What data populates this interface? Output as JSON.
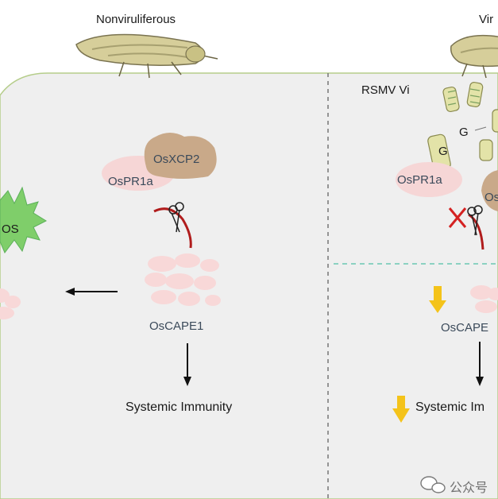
{
  "left_panel": {
    "title": "Nonviruliferous",
    "proteins": {
      "xcp2": "OsXCP2",
      "pr1a": "OsPR1a",
      "cape1": "OsCAPE1"
    },
    "ros_label": "OS",
    "output": "Systemic Immunity"
  },
  "right_panel": {
    "title": "Vir",
    "virus_label": "RSMV Vi",
    "g_labels": [
      "G",
      "G"
    ],
    "proteins": {
      "pr1a": "OsPR1a",
      "xcp2_partial": "Os",
      "cape1_partial": "OsCAPE"
    },
    "output_partial": "Systemic Im"
  },
  "watermark": {
    "text": "公众号"
  },
  "colors": {
    "cell_fill": "#efefef",
    "cell_border": "#b5cd8a",
    "xcp2": "#c9a989",
    "pr1a": "#f6d6d6",
    "cape1": "#f8d8d8",
    "ros": "#7fce6a",
    "scissors_red": "#b01c1c",
    "down_arrow": "#f4c31a",
    "virion": "#e3e3a8",
    "dashed_divider": "#777777",
    "dashed_teal": "#6cc7b4"
  },
  "icons": [
    "leafhopper-icon",
    "scissors-icon",
    "ros-burst-icon",
    "down-arrow-icon",
    "red-x-icon",
    "wechat-icon"
  ]
}
